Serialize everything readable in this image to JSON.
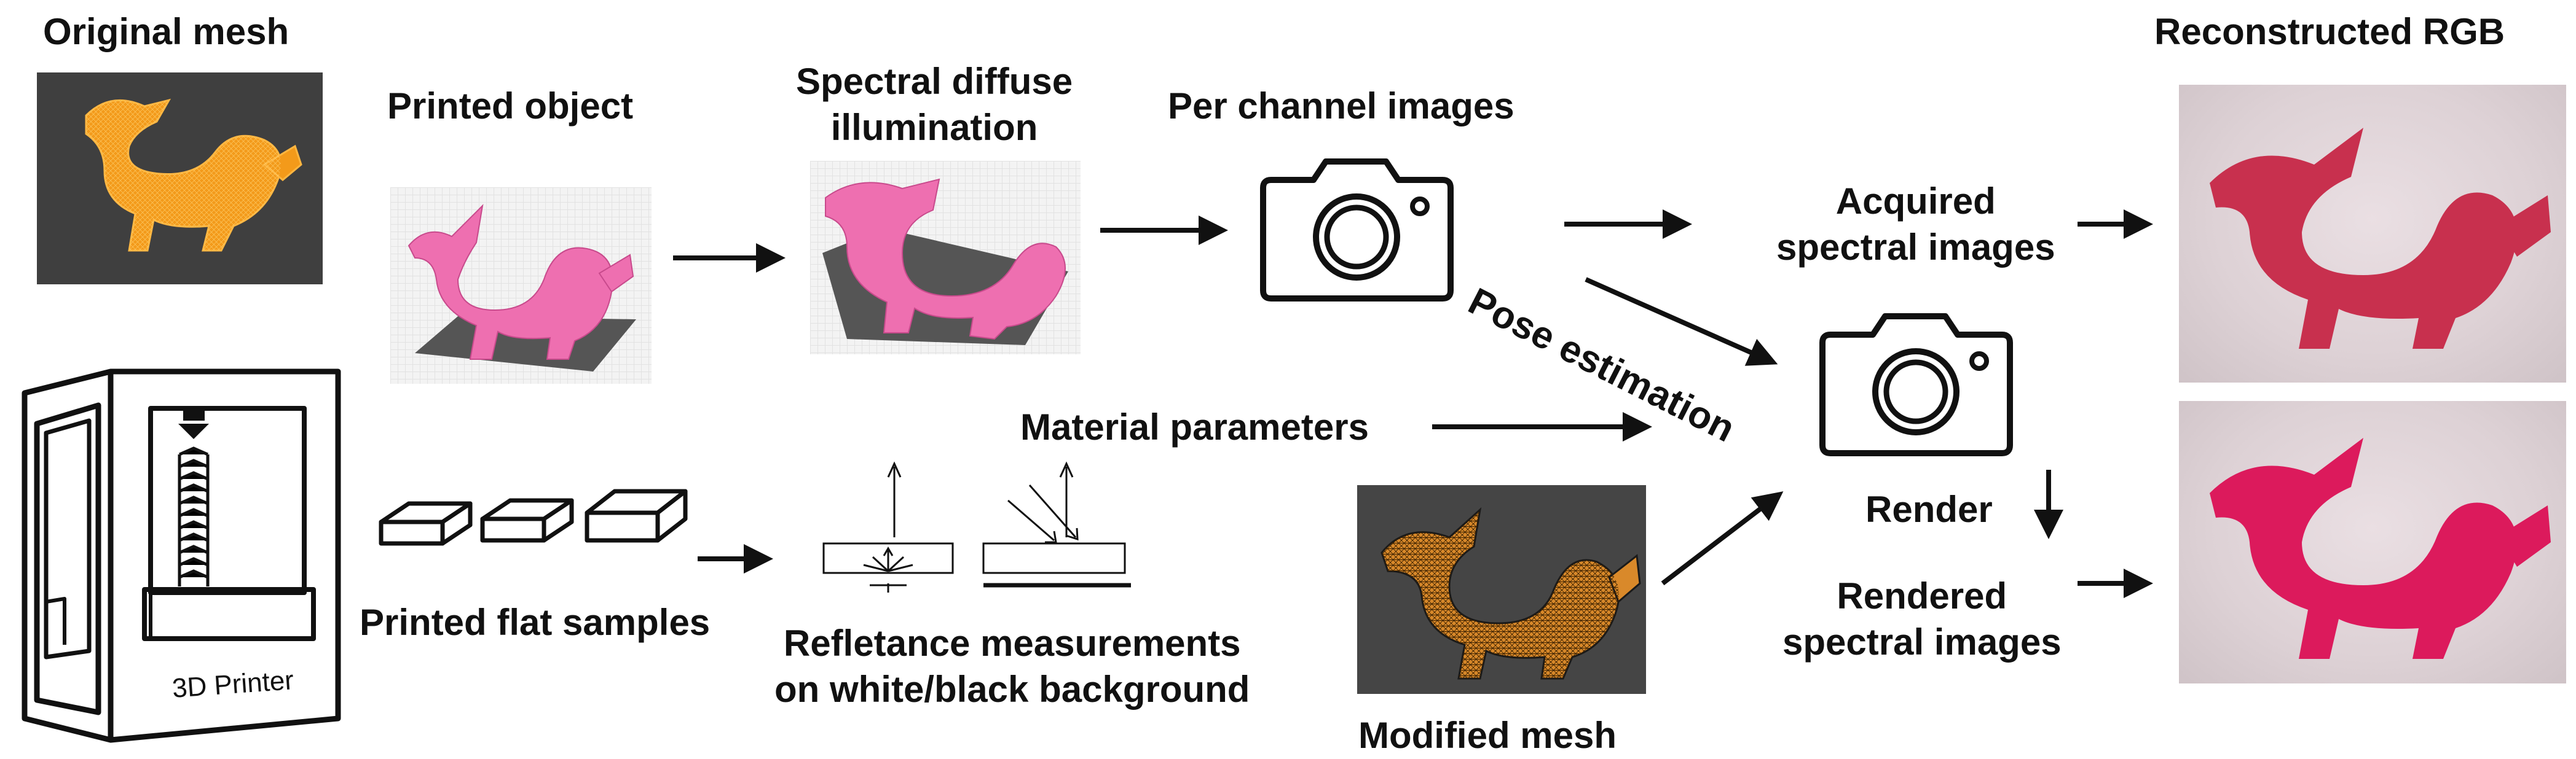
{
  "labels": {
    "original_mesh": "Original mesh",
    "printed_object": "Printed object",
    "spectral_illum_1": "Spectral diffuse",
    "spectral_illum_2": "illumination",
    "per_channel": "Per channel images",
    "reconstructed": "Reconstructed RGB",
    "acquired_1": "Acquired",
    "acquired_2": "spectral images",
    "pose": "Pose estimation",
    "material": "Material parameters",
    "render": "Render",
    "rendered_1": "Rendered",
    "rendered_2": "spectral images",
    "printed_flat": "Printed flat samples",
    "reflectance_1": "Refletance measurements",
    "reflectance_2": "on white/black background",
    "modified_mesh": "Modified mesh",
    "printer": "3D Printer"
  },
  "colors": {
    "mesh_orange": "#f39a1a",
    "printed_pink": "#ee6fb0",
    "rendered_red": "#dc1a5c",
    "acquired_red": "#c8304e",
    "dark_tile": "#3f3f3f"
  },
  "icons": [
    "camera-icon",
    "printer-icon",
    "dragon-icon",
    "arrow-icon"
  ]
}
